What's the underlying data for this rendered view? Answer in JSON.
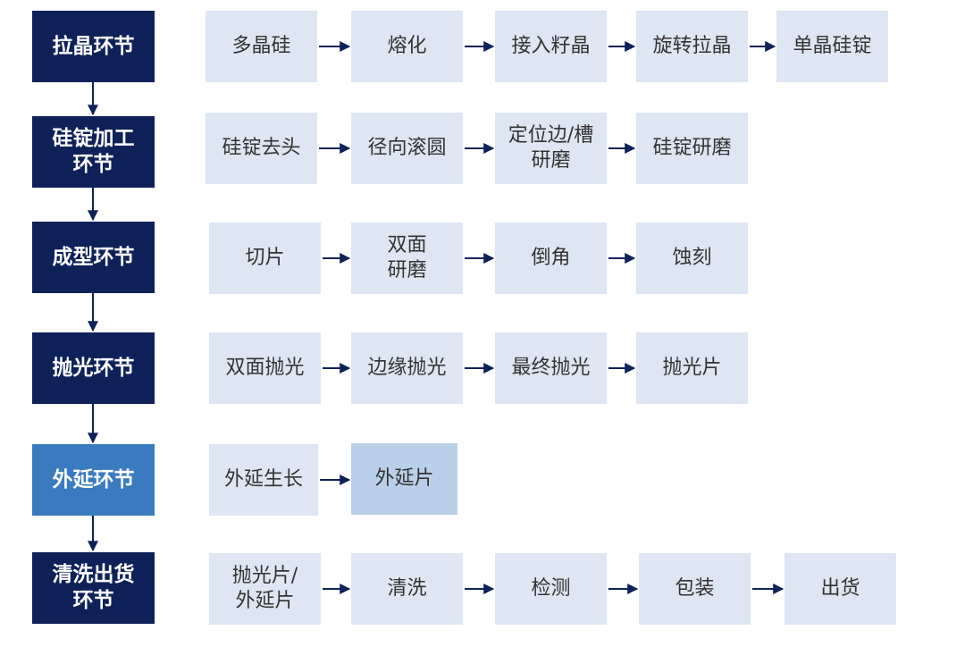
{
  "colors": {
    "stage_fill": "#0e2158",
    "stage_highlight_fill": "#3a7bbf",
    "step_fill": "#dde6f2",
    "step_highlight_fill": "#b9d0e8",
    "connector": "#0e2158"
  },
  "rows": [
    {
      "stage": "拉晶环节",
      "steps": [
        "多晶硅",
        "熔化",
        "接入籽晶",
        "旋转拉晶",
        "单晶硅锭"
      ]
    },
    {
      "stage": "硅锭加工\n环节",
      "steps": [
        "硅锭去头",
        "径向滚圆",
        "定位边/槽\n研磨",
        "硅锭研磨"
      ]
    },
    {
      "stage": "成型环节",
      "steps": [
        "切片",
        "双面\n研磨",
        "倒角",
        "蚀刻"
      ]
    },
    {
      "stage": "抛光环节",
      "steps": [
        "双面抛光",
        "边缘抛光",
        "最终抛光",
        "抛光片"
      ]
    },
    {
      "stage": "外延环节",
      "steps": [
        "外延生长",
        "外延片"
      ]
    },
    {
      "stage": "清洗出货\n环节",
      "steps": [
        "抛光片/\n外延片",
        "清洗",
        "检测",
        "包装",
        "出货"
      ]
    }
  ]
}
